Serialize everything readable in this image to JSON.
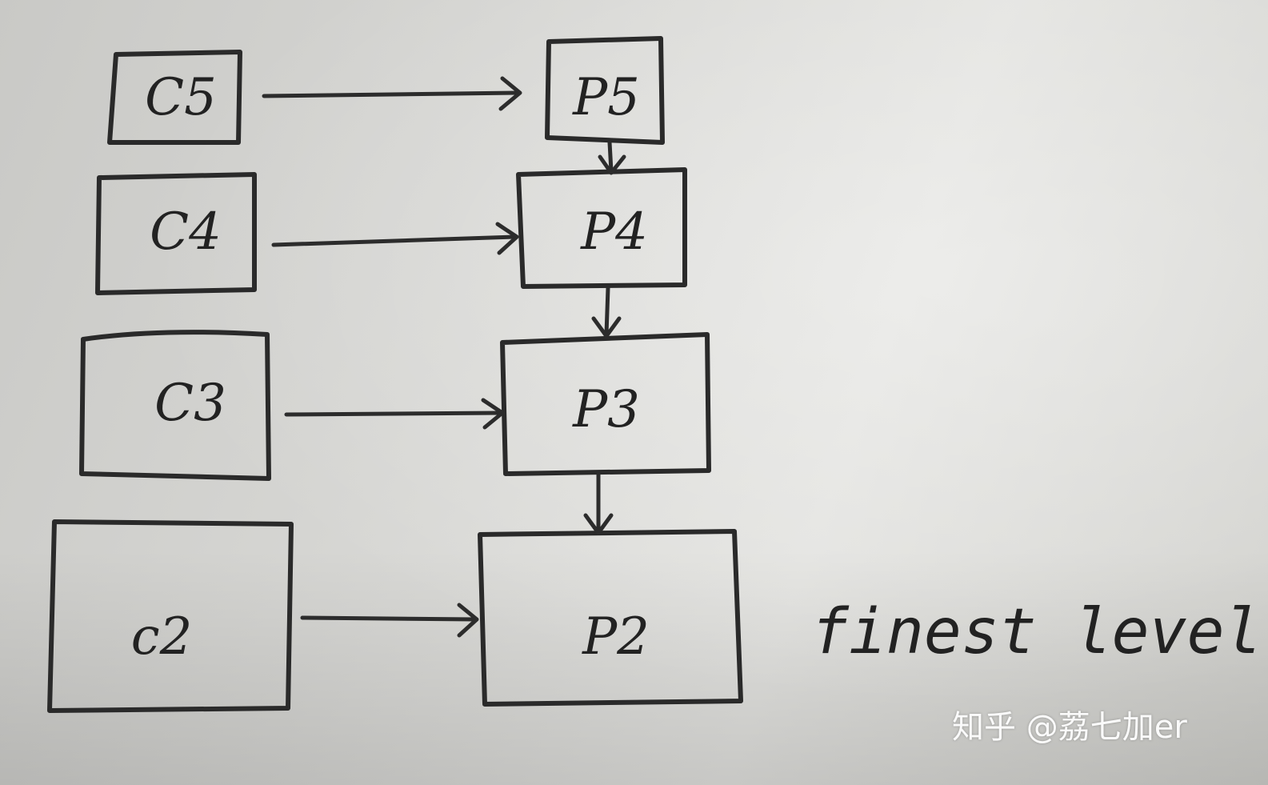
{
  "nodes": {
    "c5": "C5",
    "c4": "C4",
    "c3": "C3",
    "c2": "c2",
    "p5": "P5",
    "p4": "P4",
    "p3": "P3",
    "p2": "P2"
  },
  "note": "finest level",
  "watermark": "知乎 @荔七加er",
  "colors": {
    "ink": "#2a2a2a",
    "paper": "#d6d6d3"
  }
}
